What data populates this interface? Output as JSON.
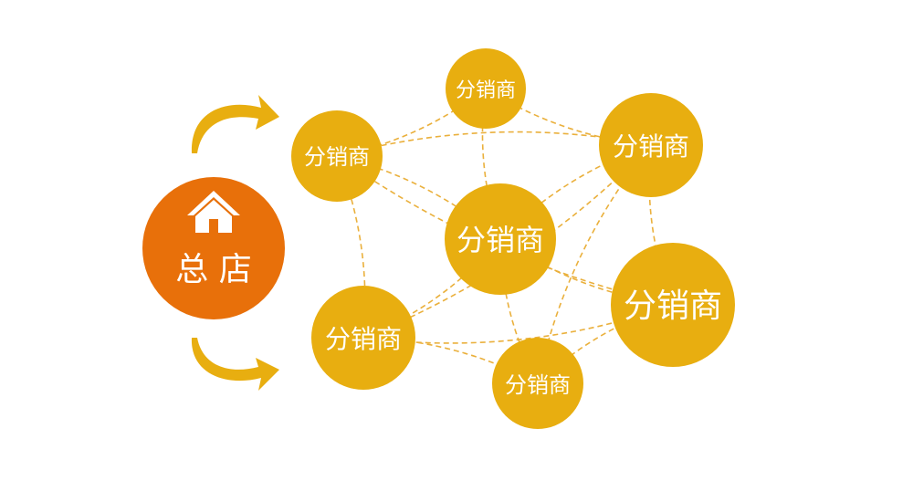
{
  "colors": {
    "headquarters_fill": "#E8700A",
    "node_fill": "#E8AE10",
    "node_text": "#FFFFFF",
    "link_stroke": "#EAB03C",
    "arrow_fill": "#E8AE10"
  },
  "headquarters": {
    "label": "总 店",
    "icon": "house-icon"
  },
  "distributors": [
    {
      "id": "d1",
      "label": "分销商"
    },
    {
      "id": "d2",
      "label": "分销商"
    },
    {
      "id": "d3",
      "label": "分销商"
    },
    {
      "id": "d4",
      "label": "分销商"
    },
    {
      "id": "d5",
      "label": "分销商"
    },
    {
      "id": "d6",
      "label": "分销商"
    },
    {
      "id": "d7",
      "label": "分销商"
    }
  ],
  "links": [
    [
      "d1",
      "d2"
    ],
    [
      "d1",
      "d3"
    ],
    [
      "d1",
      "d4"
    ],
    [
      "d1",
      "d5"
    ],
    [
      "d1",
      "d6"
    ],
    [
      "d1",
      "d7"
    ],
    [
      "d2",
      "d3"
    ],
    [
      "d2",
      "d4"
    ],
    [
      "d3",
      "d4"
    ],
    [
      "d3",
      "d5"
    ],
    [
      "d3",
      "d6"
    ],
    [
      "d4",
      "d5"
    ],
    [
      "d4",
      "d6"
    ],
    [
      "d4",
      "d7"
    ],
    [
      "d5",
      "d6"
    ],
    [
      "d5",
      "d7"
    ],
    [
      "d6",
      "d7"
    ]
  ]
}
